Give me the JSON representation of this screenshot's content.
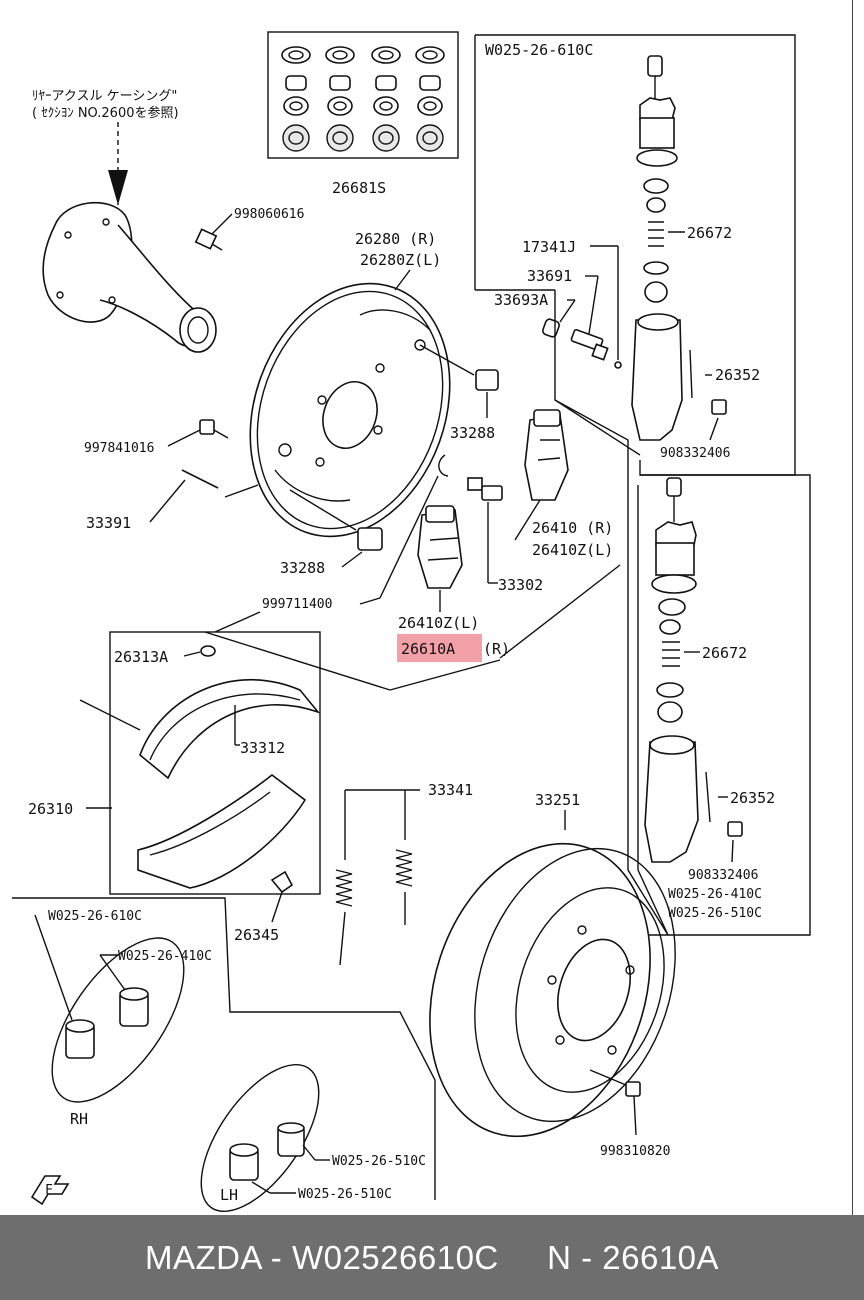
{
  "note_jp": {
    "line1": "ﾘﾔｰアクスル ケーシング\"",
    "line2": "( ｾｸｼﾖﾝ NO.2600を参照)"
  },
  "labels": {
    "p26681S": "26681S",
    "p998060616": "998060616",
    "p26280": "26280 (R)",
    "p26280Z": "26280Z(L)",
    "p17341J": "17341J",
    "p33691": "33691",
    "p33693A": "33693A",
    "p997841016": "997841016",
    "p33288a": "33288",
    "p33288b": "33288",
    "p33391": "33391",
    "p26410R": "26410  (R)",
    "p26410ZL_r": "26410Z(L)",
    "p33302": "33302",
    "p999711400": "999711400",
    "p26410ZL": "26410Z(L)",
    "p26610A": "26610A",
    "p26610A_side": "(R)",
    "p26313A": "26313A",
    "p33312": "33312",
    "p26310": "26310",
    "p26345": "26345",
    "p33341": "33341",
    "p33251": "33251",
    "p998310820": "998310820",
    "kit_top_title": "W025-26-610C",
    "p26672a": "26672",
    "p26352a": "26352",
    "p908332406a": "908332406",
    "p26672b": "26672",
    "p26352b": "26352",
    "p908332406b": "908332406",
    "kit_mid_1": "W025-26-410C",
    "kit_mid_2": "W025-26-510C",
    "rh_1": "W025-26-610C",
    "rh_2": "W025-26-410C",
    "rh_caption": "RH",
    "lh_1": "W025-26-510C",
    "lh_2": "W025-26-510C",
    "lh_caption": "LH",
    "front_mark": "F"
  },
  "highlight_color": "#f4a0a8",
  "footer": {
    "text": "MAZDA - W02526610C     N - 26610A"
  }
}
